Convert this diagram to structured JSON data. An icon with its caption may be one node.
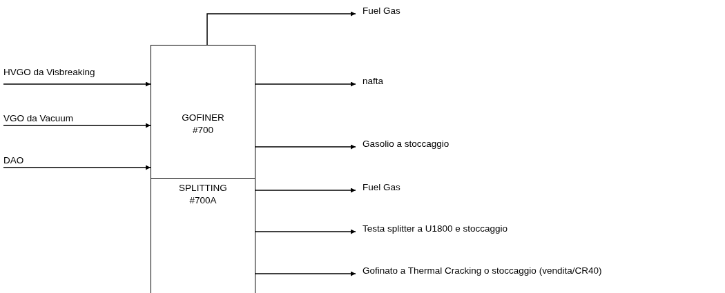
{
  "diagram": {
    "nodes": [
      {
        "text": [
          "GOFINER #700"
        ]
      },
      {
        "text": [
          "SPLITTING #700A"
        ]
      },
      {
        "text": [
          "HVGO da Visbreaking"
        ]
      },
      {
        "text": [
          "VGO da Vacuum"
        ]
      },
      {
        "text": [
          "DAO"
        ]
      },
      {
        "text": [
          "Fuel Gas"
        ]
      },
      {
        "text": [
          "nafta"
        ]
      },
      {
        "text": [
          "Gasolio a stoccaggio"
        ]
      },
      {
        "text": [
          "Fuel Gas"
        ]
      },
      {
        "text": [
          "Testa splitter a U1800 e stoccaggio"
        ]
      },
      {
        "text": [
          "Gofinato a Thermal Cracking o stoccaggio (vendita/CR40)"
        ]
      }
    ],
    "edges": [
      {
        "from": 2,
        "to": 0,
        "arrow": "to"
      },
      {
        "from": 3,
        "to": 0,
        "arrow": "to"
      },
      {
        "from": 4,
        "to": 0,
        "arrow": "to"
      },
      {
        "from": 0,
        "to": 5,
        "arrow": "to"
      },
      {
        "from": 0,
        "to": 6,
        "arrow": "to"
      },
      {
        "from": 0,
        "to": 7,
        "arrow": "to"
      },
      {
        "from": 1,
        "to": 8,
        "arrow": "to"
      },
      {
        "from": 1,
        "to": 9,
        "arrow": "to"
      },
      {
        "from": 1,
        "to": 10,
        "arrow": "to"
      }
    ]
  }
}
